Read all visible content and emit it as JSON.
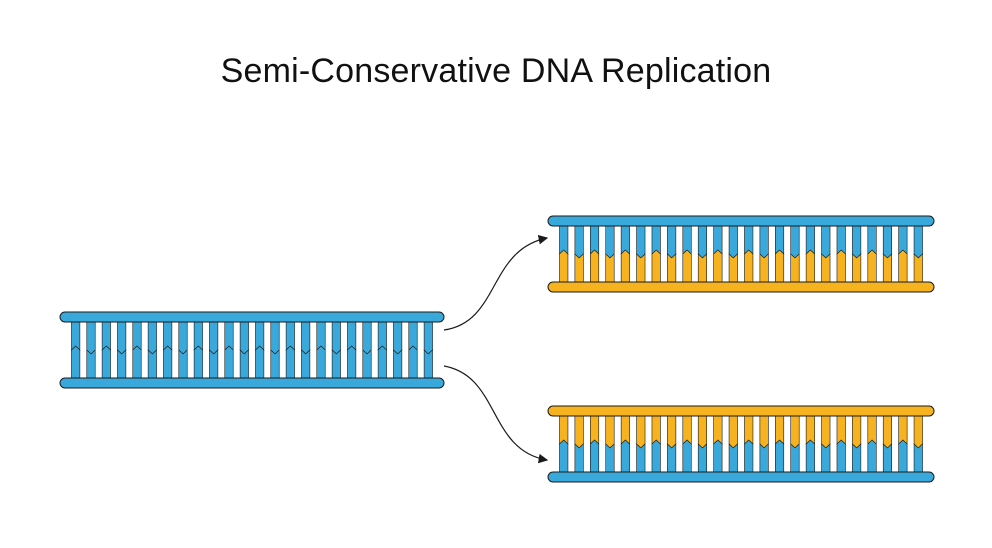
{
  "title": "Semi-Conservative DNA Replication",
  "colors": {
    "parent_strand": "#39a9dc",
    "new_strand": "#f7b21f",
    "outline": "#1a1a1a",
    "arrow": "#1a1a1a"
  },
  "molecules": [
    {
      "name": "parent-dna",
      "top_strand": "parent",
      "bottom_strand": "parent"
    },
    {
      "name": "daughter-dna-1",
      "top_strand": "parent",
      "bottom_strand": "new"
    },
    {
      "name": "daughter-dna-2",
      "top_strand": "new",
      "bottom_strand": "parent"
    }
  ]
}
